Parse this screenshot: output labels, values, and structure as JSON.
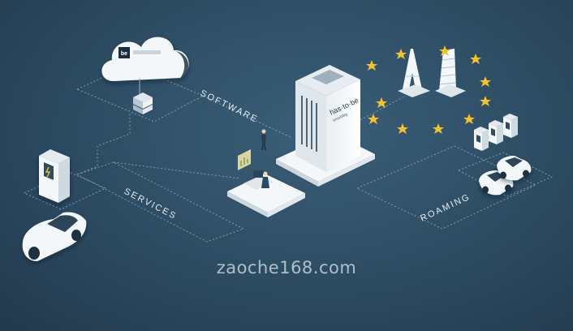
{
  "labels": {
    "software": "SOFTWARE",
    "services": "SERVICES",
    "roaming": "ROAMING",
    "cloud_logo": "be",
    "building_brand": "has·to·be",
    "building_sub": "emobility"
  },
  "watermark": "zaoche168.com",
  "icons": {
    "cloud": "cloud-icon",
    "server": "server-stack-icon",
    "building": "headquarters-building-icon",
    "charger": "charging-station-icon",
    "car": "electric-car-icon",
    "landmarks": [
      "eiffel-tower-icon",
      "leaning-tower-of-pisa-icon"
    ],
    "eu_stars": "eu-star-icon"
  },
  "colors": {
    "background": "#2c4b62",
    "line": "#9fb4c4",
    "star": "#f2c230",
    "white": "#f4f7f9"
  }
}
